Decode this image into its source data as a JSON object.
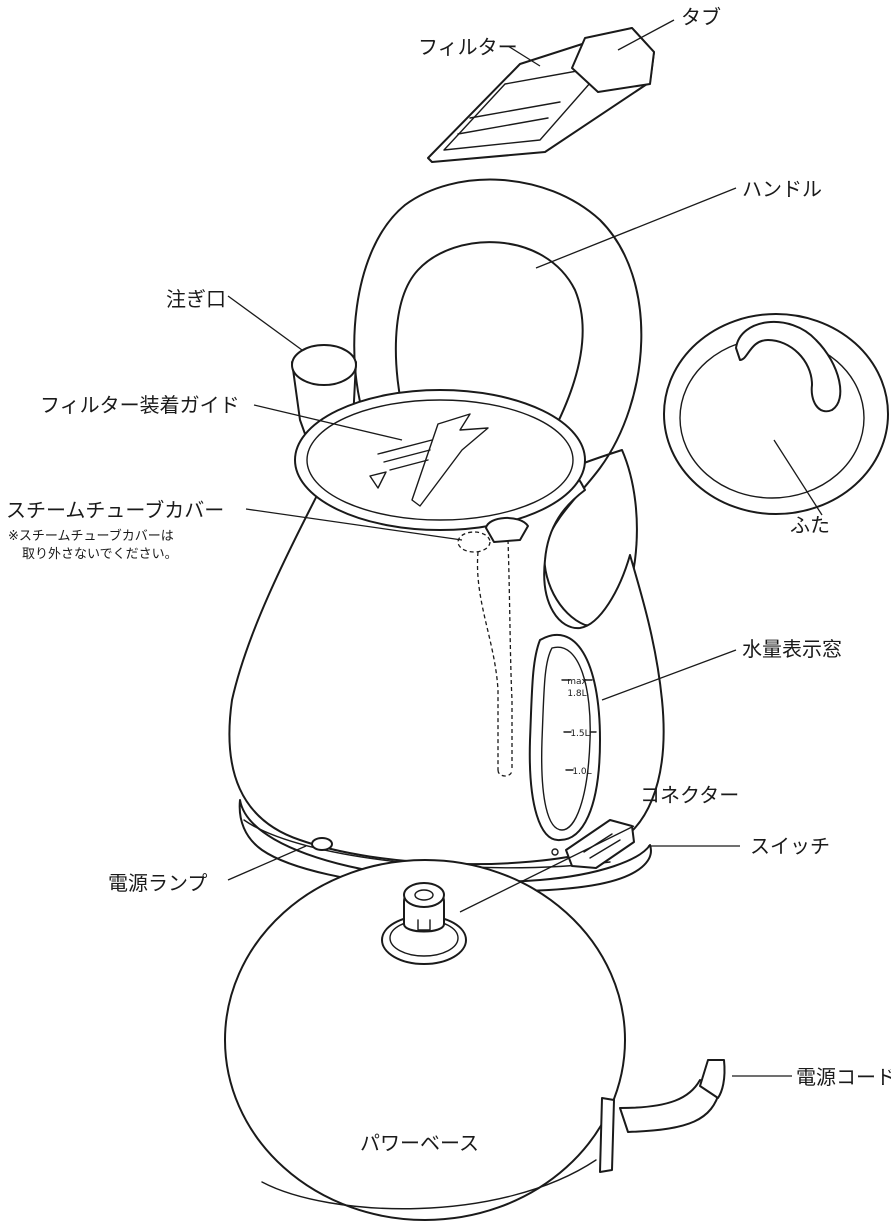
{
  "labels": {
    "tab": "タブ",
    "filter": "フィルター",
    "handle": "ハンドル",
    "spout": "注ぎ口",
    "lid": "ふた",
    "filter_guide": "フィルター装着ガイド",
    "steam_tube_cover": "スチームチューブカバー",
    "steam_tube_note_1": "※スチームチューブカバーは",
    "steam_tube_note_2": "取り外さないでください。",
    "water_window": "水量表示窓",
    "switch": "スイッチ",
    "power_lamp": "電源ランプ",
    "connector": "コネクター",
    "power_cord": "電源コード",
    "power_base": "パワーベース"
  },
  "water_scale": {
    "max_label": "max",
    "max_value": "1.8L",
    "mid_value": "1.5L",
    "low_value": "1.0L"
  },
  "colors": {
    "line": "#1a1a1a",
    "fill": "#ffffff"
  }
}
